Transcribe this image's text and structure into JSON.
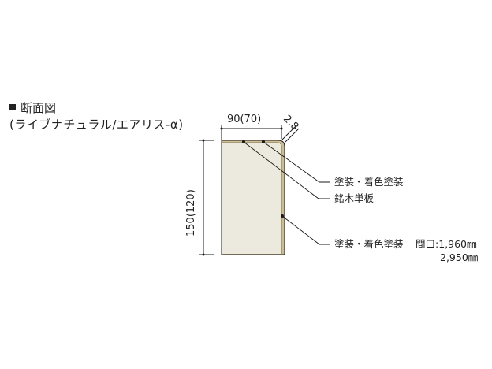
{
  "title": {
    "heading": "断面図",
    "subheading": "(ライブナチュラル/エアリス-α)"
  },
  "dimensions": {
    "width": "90(70)",
    "thickness": "2.8",
    "height": "150(120)"
  },
  "callouts": [
    {
      "label": "塗装・着色塗装"
    },
    {
      "label": "銘木単板"
    },
    {
      "label": "塗装・着色塗装"
    }
  ],
  "specs": {
    "opening_label": "間口:",
    "values": [
      "1,960㎜",
      "2,950㎜"
    ]
  },
  "colors": {
    "panel_fill": "#ece9df",
    "veneer_edge": "#cdbd94",
    "line": "#1a1a1a"
  }
}
